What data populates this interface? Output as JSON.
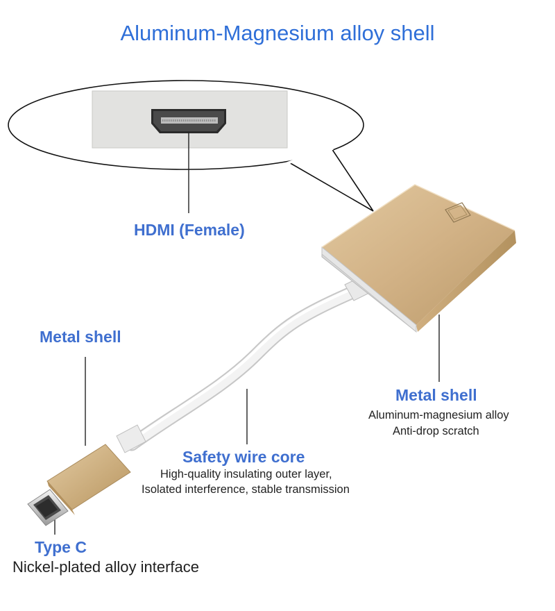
{
  "title": "Aluminum-Magnesium alloy shell",
  "callouts": {
    "hdmi": {
      "title": "HDMI (Female)"
    },
    "metal_left": {
      "title": "Metal shell"
    },
    "metal_right": {
      "title": "Metal shell",
      "line1": "Aluminum-magnesium alloy",
      "line2": "Anti-drop scratch"
    },
    "safety": {
      "title": "Safety wire core",
      "line1": "High-quality insulating outer layer,",
      "line2": "Isolated interference, stable transmission"
    },
    "typec": {
      "title": "Type C",
      "subtitle": "Nickel-plated alloy interface"
    }
  },
  "colors": {
    "label_blue": "#3f6fcf",
    "gold_shell": "#c9a873",
    "cable_white": "#f2f2f2"
  }
}
